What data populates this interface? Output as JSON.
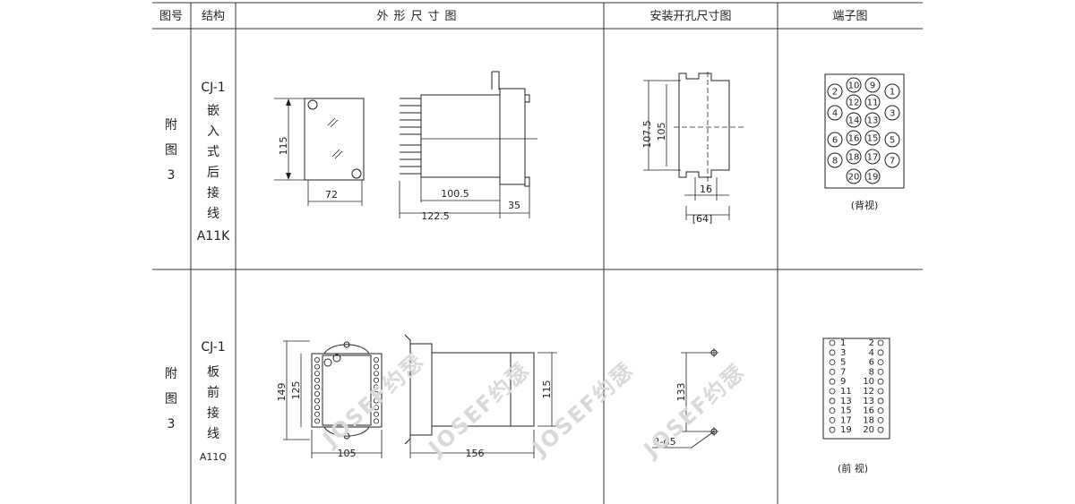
{
  "header": {
    "fig_no": "图号",
    "structure": "结构",
    "outline": "外形尺寸图",
    "mounting": "安装开孔尺寸图",
    "terminal": "端子图"
  },
  "rows": [
    {
      "fig": [
        "附",
        "图",
        "3"
      ],
      "model": "CJ-1",
      "structure_chars": [
        "嵌",
        "入",
        "式",
        "后",
        "接",
        "线"
      ],
      "code": "A11K",
      "outline_dims": {
        "h": "115",
        "w": "72",
        "depth1": "100.5",
        "depth2": "122.5",
        "rear": "35"
      },
      "mount_dims": {
        "h1": "107.5",
        "h2": "105",
        "w1": "16",
        "w2": "[64]"
      },
      "terminal_pins": [
        "2",
        "10",
        "9",
        "1",
        "4",
        "12",
        "11",
        "3",
        "14",
        "13",
        "6",
        "16",
        "15",
        "5",
        "8",
        "18",
        "17",
        "7",
        "20",
        "19"
      ],
      "view": "(背视)"
    },
    {
      "fig": [
        "附",
        "图",
        "3"
      ],
      "model": "CJ-1",
      "structure_chars": [
        "板",
        "前",
        "接",
        "线"
      ],
      "code": "A11Q",
      "outline_dims": {
        "h1": "149",
        "h2": "125",
        "w": "105",
        "depth": "156",
        "side_h": "115"
      },
      "mount_dims": {
        "h": "133",
        "hole": "2-ϕ5"
      },
      "terminal_left": [
        "1",
        "3",
        "5",
        "7",
        "9",
        "11",
        "13",
        "15",
        "17",
        "19"
      ],
      "terminal_right": [
        "2",
        "4",
        "6",
        "8",
        "10",
        "12",
        "13",
        "16",
        "18",
        "20"
      ],
      "view": "(前 视)"
    }
  ],
  "watermark": "JOSEF约瑟"
}
